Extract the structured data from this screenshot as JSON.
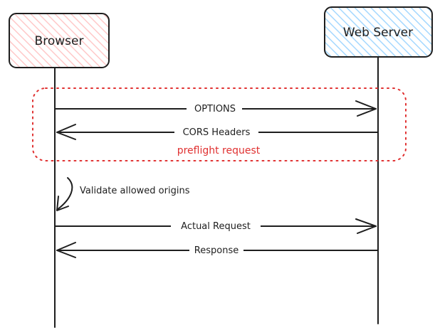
{
  "participants": [
    {
      "id": "browser",
      "label": "Browser",
      "fill": "#ffc9c9"
    },
    {
      "id": "server",
      "label": "Web Server",
      "fill": "#a5d8ff"
    }
  ],
  "messages": [
    {
      "label": "OPTIONS",
      "from": "browser",
      "to": "server"
    },
    {
      "label": "CORS Headers",
      "from": "server",
      "to": "browser"
    },
    {
      "label": "Actual Request",
      "from": "browser",
      "to": "server"
    },
    {
      "label": "Response",
      "from": "server",
      "to": "browser"
    }
  ],
  "self_note": {
    "label": "Validate allowed origins",
    "participant": "browser"
  },
  "group": {
    "label": "preflight request",
    "color": "#e03131"
  },
  "colors": {
    "ink": "#1e1e1e",
    "group_border": "#e03131"
  }
}
